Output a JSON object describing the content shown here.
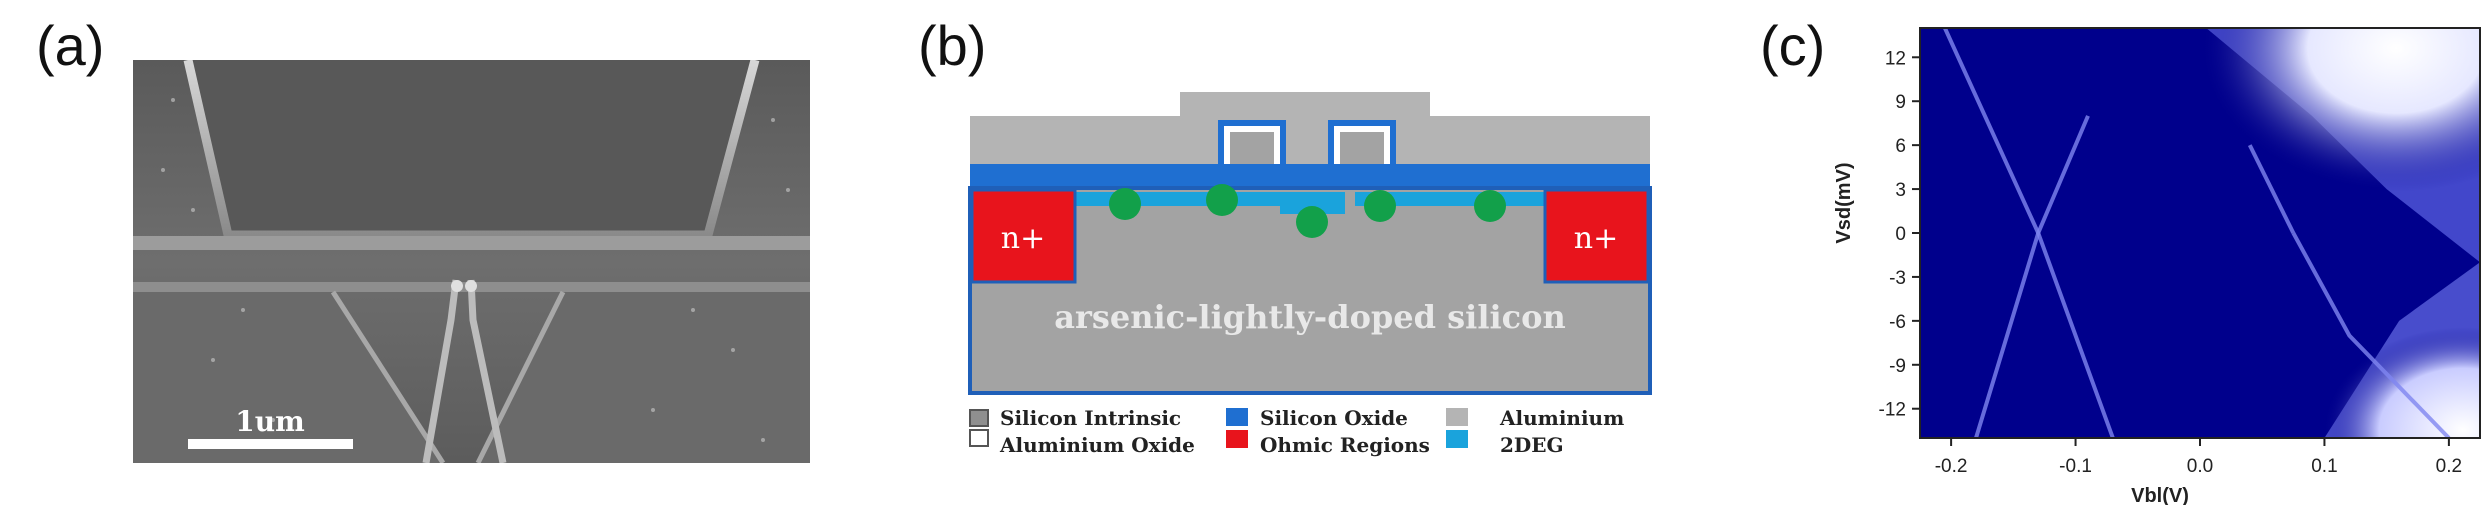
{
  "panels": {
    "a": "(a)",
    "b": "(b)",
    "c": "(c)"
  },
  "sem": {
    "scale_bar_label": "1um"
  },
  "device": {
    "ohmic_left": "n+",
    "ohmic_right": "n+",
    "substrate_label": "arsenic-lightly-doped silicon",
    "legend": [
      {
        "label": "Silicon Intrinsic",
        "color": "#9a9a9a"
      },
      {
        "label": "Aluminium Oxide",
        "color": "#ffffff"
      },
      {
        "label": "Silicon Oxide",
        "color": "#1f6fd1"
      },
      {
        "label": "Ohmic Regions",
        "color": "#e8141c"
      },
      {
        "label": "Aluminium",
        "color": "#b4b4b4"
      },
      {
        "label": "2DEG",
        "color": "#1aa3dc"
      }
    ],
    "colors": {
      "silicon": "#a3a3a3",
      "oxide": "#1f6fd1",
      "ohmic": "#e8141c",
      "twodeg": "#1aa3dc",
      "dot": "#12a04a",
      "aluminium": "#b4b4b4"
    }
  },
  "chart_data": {
    "type": "heatmap",
    "xlabel": "Vbl(V)",
    "ylabel": "Vsd(mV)",
    "xlim": [
      -0.225,
      0.225
    ],
    "ylim": [
      -14,
      14
    ],
    "xticks": [
      -0.2,
      -0.1,
      0.0,
      0.1,
      0.2
    ],
    "xtick_labels": [
      "-0.2",
      "-0.1",
      "0.0",
      "0.1",
      "0.2"
    ],
    "yticks": [
      12,
      9,
      6,
      3,
      0,
      -3,
      -6,
      -9,
      -12
    ],
    "ytick_labels": [
      "12",
      "9",
      "6",
      "3",
      "0",
      "-3",
      "-6",
      "-9",
      "-12"
    ],
    "colormap": [
      "#00008c",
      "#ffffff"
    ]
  }
}
